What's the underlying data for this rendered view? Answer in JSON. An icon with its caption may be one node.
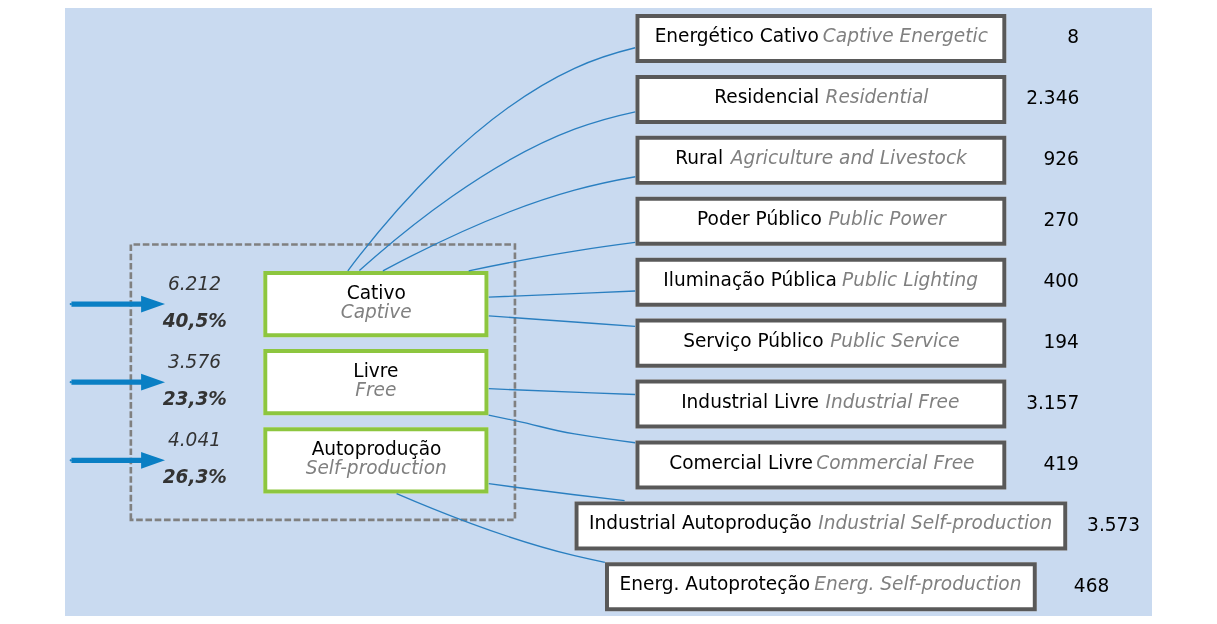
{
  "diagram": {
    "nodes": [
      {
        "text": [],
        "shape": "box"
      },
      {
        "text": [
          "Cativo",
          "Captive"
        ],
        "in": 0,
        "beside": [
          "6.212",
          "40,5%"
        ]
      },
      {
        "text": [
          "Livre",
          "Free"
        ],
        "in": 0,
        "beside": [
          "3.576",
          "23,3%"
        ]
      },
      {
        "text": [
          "Autoprodução",
          "Self-production"
        ],
        "in": 0,
        "beside": [
          "4.041",
          "26,3%"
        ]
      },
      {
        "text": [
          "Energético Cativo",
          "Captive Energetic"
        ],
        "beside": [
          "8"
        ]
      },
      {
        "text": [
          "Residencial",
          "Residential"
        ],
        "beside": [
          "2.346"
        ]
      },
      {
        "text": [
          "Rural",
          "Agriculture and Livestock"
        ],
        "beside": [
          "926"
        ]
      },
      {
        "text": [
          "Poder Público",
          "Public Power"
        ],
        "beside": [
          "270"
        ]
      },
      {
        "text": [
          "Iluminação Pública",
          "Public Lighting"
        ],
        "beside": [
          "400"
        ]
      },
      {
        "text": [
          "Serviço Público",
          "Public Service"
        ],
        "beside": [
          "194"
        ]
      },
      {
        "text": [
          "Industrial Livre",
          "Industrial Free"
        ],
        "beside": [
          "3.157"
        ]
      },
      {
        "text": [
          "Comercial Livre",
          "Commercial Free"
        ],
        "beside": [
          "419"
        ]
      },
      {
        "text": [
          "Industrial Autoprodução",
          "Industrial Self-production"
        ],
        "beside": [
          "3.573"
        ]
      },
      {
        "text": [
          "Energ. Autoproteção",
          "Energ. Self-production"
        ],
        "beside": [
          "468"
        ]
      }
    ],
    "edges": [
      {
        "from": null,
        "to": 1,
        "arrow": "to",
        "style": "thick"
      },
      {
        "from": null,
        "to": 2,
        "arrow": "to",
        "style": "thick"
      },
      {
        "from": null,
        "to": 3,
        "arrow": "to",
        "style": "thick"
      },
      {
        "from": 1,
        "to": 4,
        "arrow": "none"
      },
      {
        "from": 1,
        "to": 5,
        "arrow": "none"
      },
      {
        "from": 1,
        "to": 6,
        "arrow": "none"
      },
      {
        "from": 1,
        "to": 7,
        "arrow": "none"
      },
      {
        "from": 1,
        "to": 8,
        "arrow": "none"
      },
      {
        "from": 1,
        "to": 9,
        "arrow": "none"
      },
      {
        "from": 2,
        "to": 10,
        "arrow": "none"
      },
      {
        "from": 2,
        "to": 11,
        "arrow": "none"
      },
      {
        "from": 3,
        "to": 12,
        "arrow": "none"
      },
      {
        "from": 3,
        "to": 13,
        "arrow": "none"
      }
    ]
  }
}
